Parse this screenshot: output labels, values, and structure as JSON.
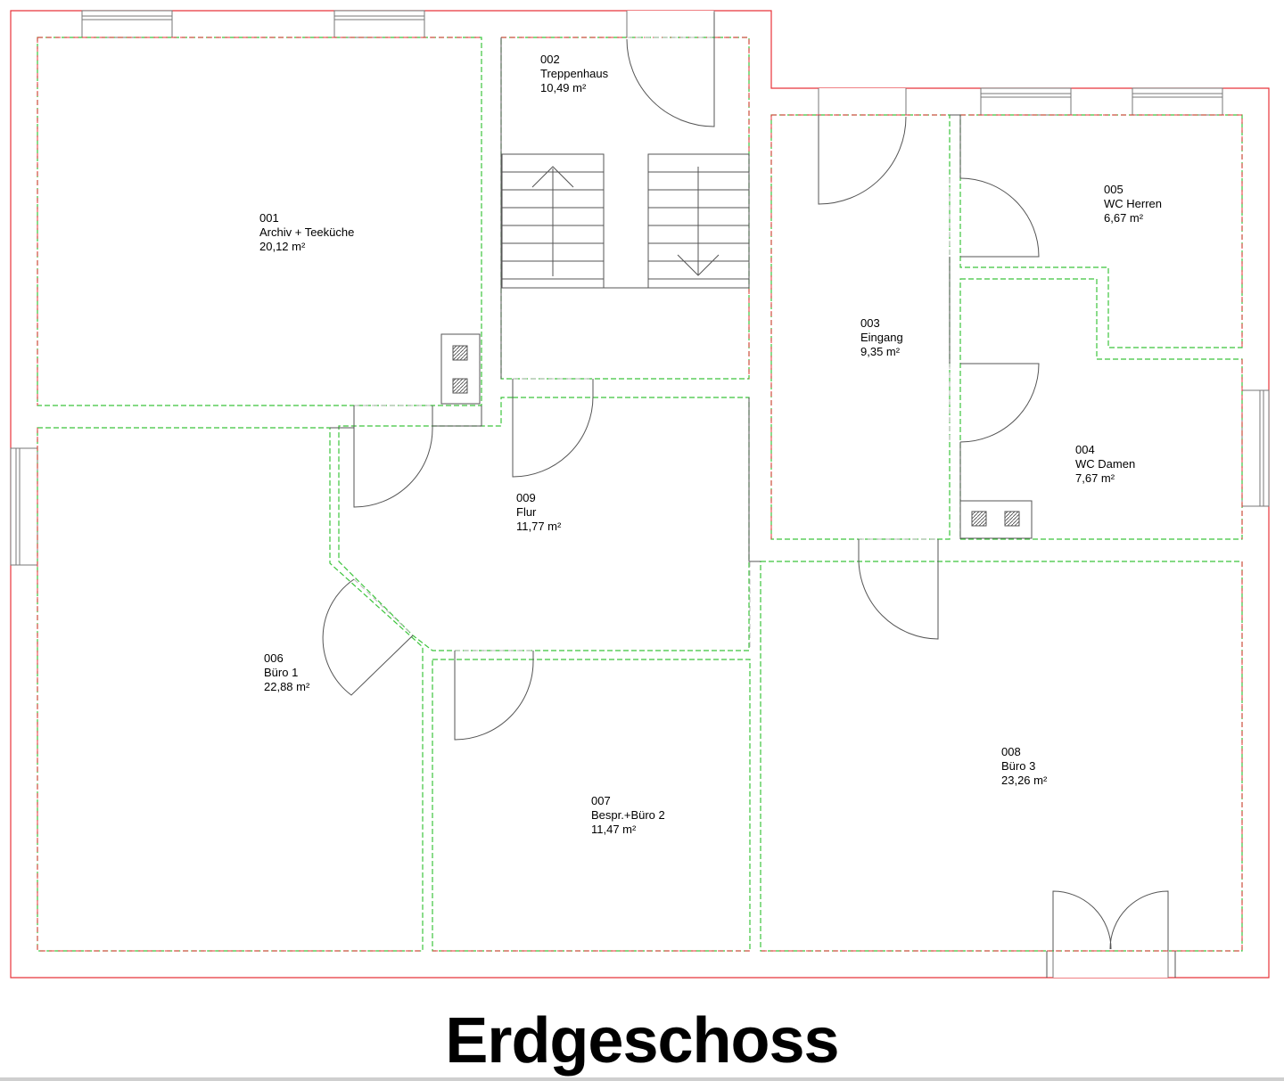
{
  "title": "Erdgeschoss",
  "rooms": [
    {
      "id": "001",
      "name": "Archiv + Teeküche",
      "area": "20,12 m²"
    },
    {
      "id": "002",
      "name": "Treppenhaus",
      "area": "10,49 m²"
    },
    {
      "id": "003",
      "name": "Eingang",
      "area": "9,35 m²"
    },
    {
      "id": "004",
      "name": "WC Damen",
      "area": "7,67 m²"
    },
    {
      "id": "005",
      "name": "WC Herren",
      "area": "6,67 m²"
    },
    {
      "id": "006",
      "name": "Büro 1",
      "area": "22,88 m²"
    },
    {
      "id": "007",
      "name": "Bespr.+Büro 2",
      "area": "11,47 m²"
    },
    {
      "id": "008",
      "name": "Büro 3",
      "area": "23,26 m²"
    },
    {
      "id": "009",
      "name": "Flur",
      "area": "11,77 m²"
    }
  ],
  "colors": {
    "outer_wall": "#e8343a",
    "room_outline": "#3cc43c",
    "room_dash": "#e8343a",
    "lines": "#555555"
  }
}
